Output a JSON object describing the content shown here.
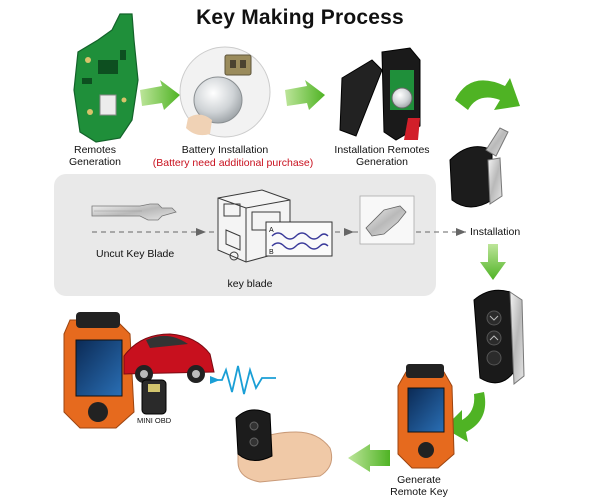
{
  "title": "Key Making Process",
  "labels": {
    "remotes_generation": "Remotes Generation",
    "battery_installation": "Battery Installation",
    "battery_note": "(Battery need additional purchase)",
    "installation_remotes_generation": "Installation Remotes Generation",
    "installation": "Installation",
    "uncut_key_blade": "Uncut Key  Blade",
    "key_blade": "key blade",
    "generate_remote_key": "Generate Remote Key"
  },
  "device_text": {
    "mini_obd": "MINI OBD",
    "blade_a": "A",
    "blade_b": "B"
  },
  "colors": {
    "arrow_green": "#5cbd2e",
    "pcb_green": "#1f8f3a",
    "note_red": "#c8101e",
    "device_orange": "#e66a1e"
  },
  "icons": [
    "remote-pcb-icon",
    "battery-icon",
    "flip-key-icon",
    "rotate-arrow-icon",
    "key-blade-icon",
    "key-cutting-machine-icon",
    "key-programmer-icon",
    "red-car-icon",
    "signal-wave-icon",
    "hand-icon",
    "obd-adapter-icon"
  ]
}
